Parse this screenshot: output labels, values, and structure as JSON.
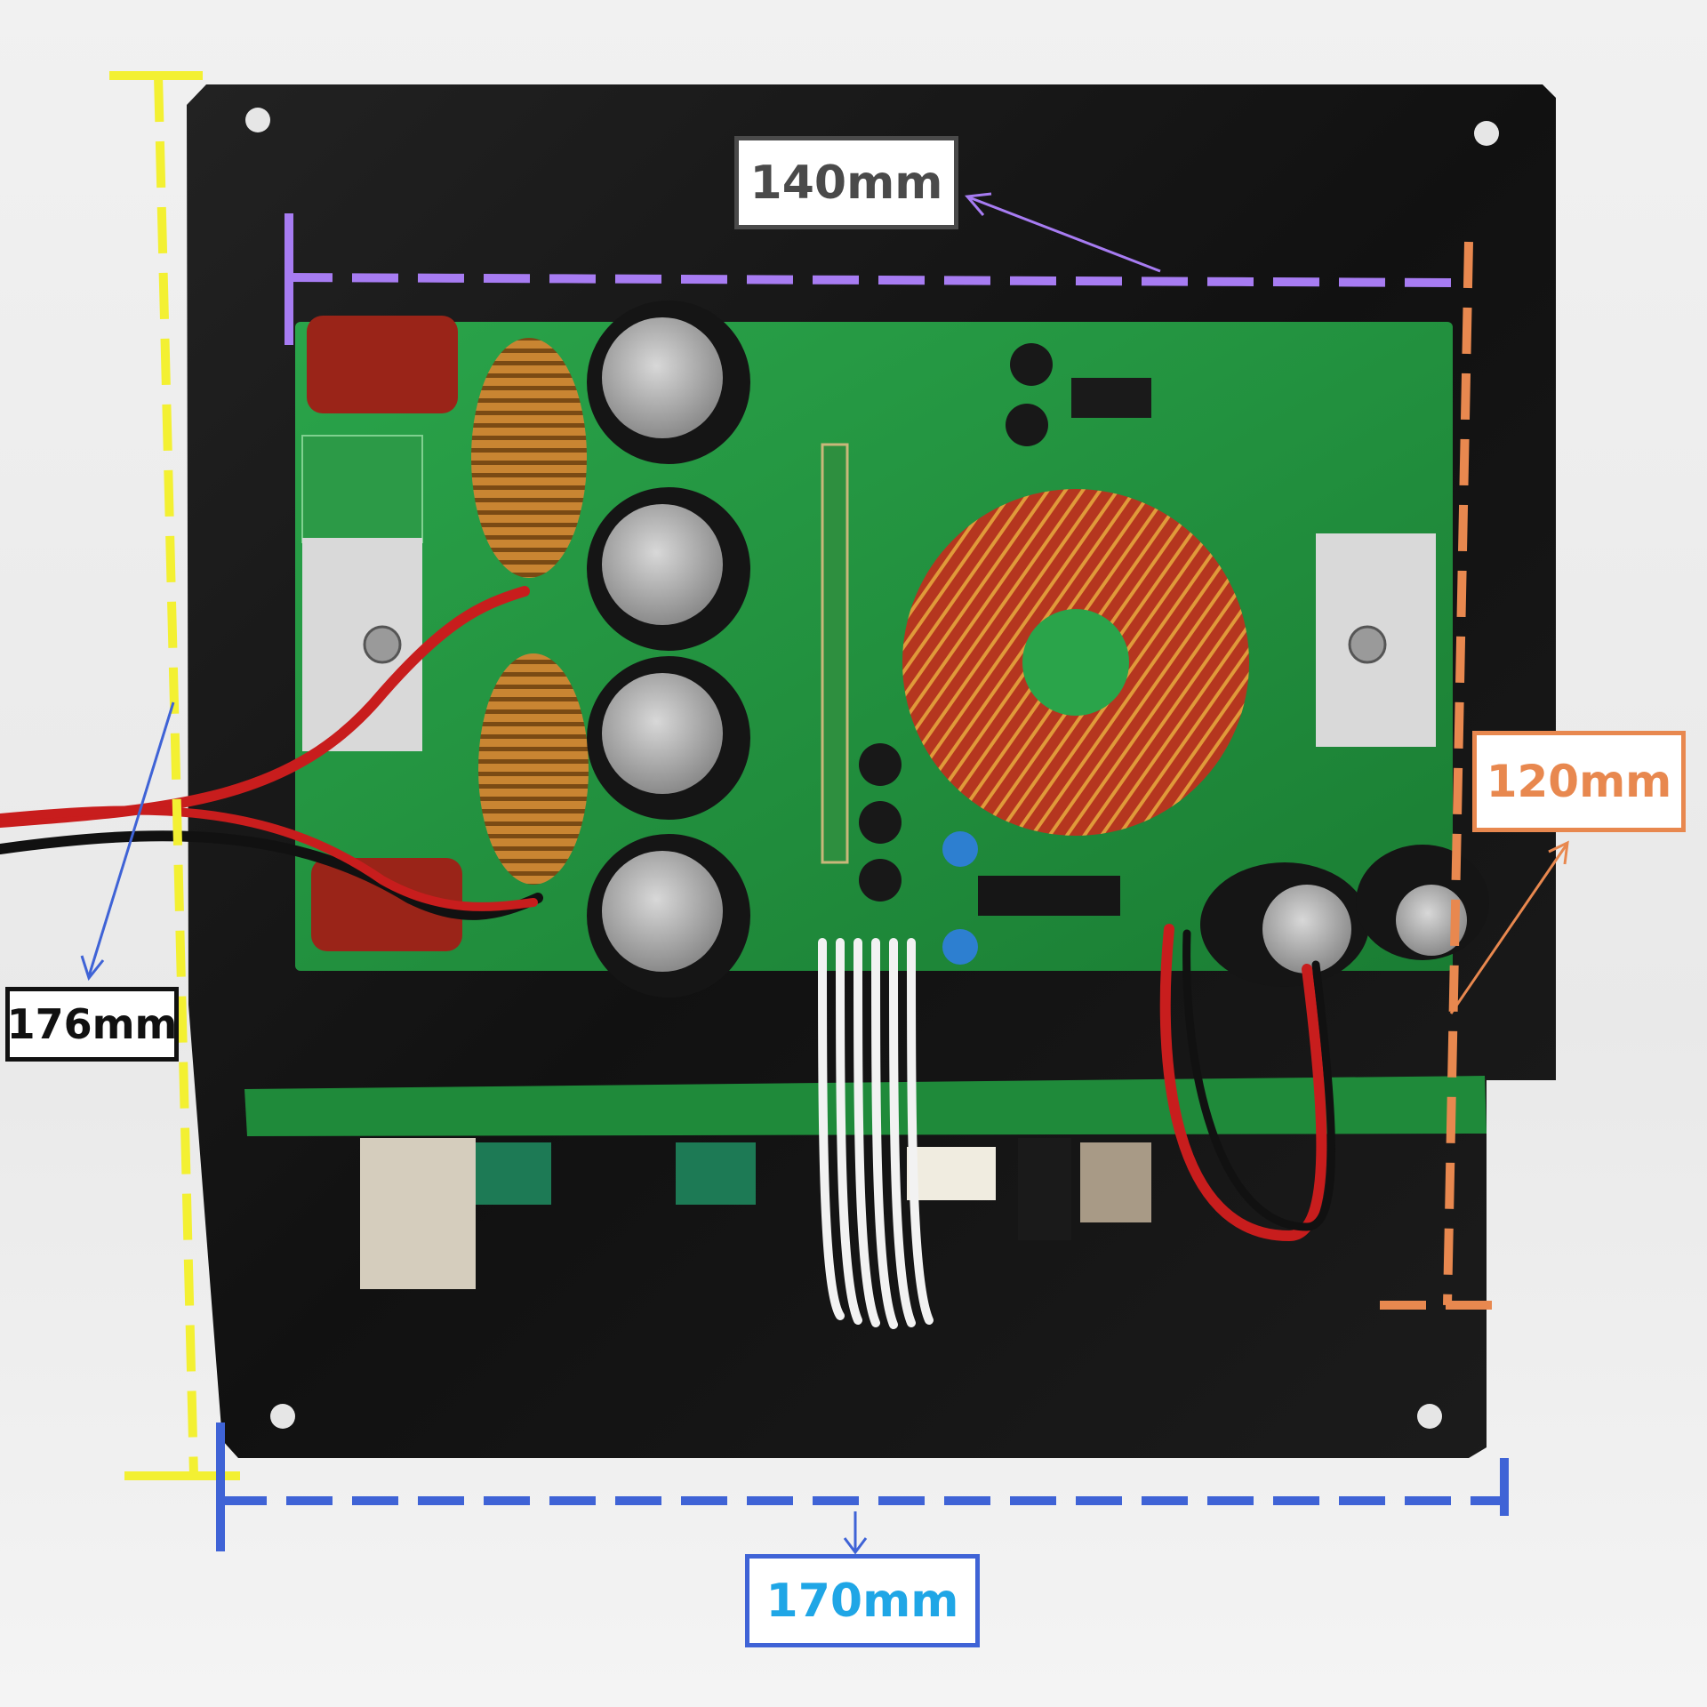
{
  "colors": {
    "background": "#efefef",
    "heatsink_plate": "#161616",
    "pcb_green": "#1f8a3a",
    "dim_yellow": "#f3f032",
    "dim_purple": "#a77cf2",
    "dim_orange": "#e8884f",
    "dim_blue": "#3f63d6",
    "label_140_text": "#4a4a4a",
    "label_120_text": "#e8884f",
    "label_176_text": "#111111",
    "label_170_text": "#1fa6e6"
  },
  "dimensions": {
    "width_top": "140mm",
    "height_right": "120mm",
    "height_left": "176mm",
    "width_bottom": "170mm"
  }
}
